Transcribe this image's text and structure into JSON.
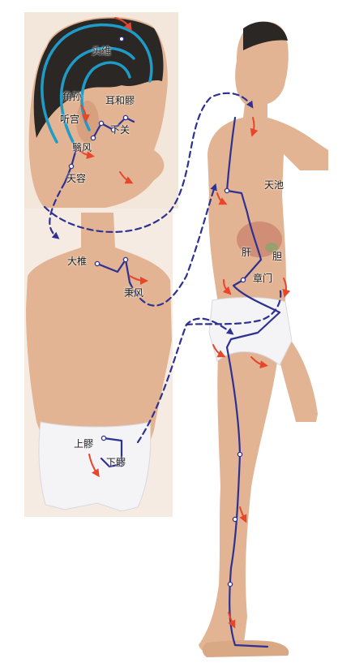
{
  "points": {
    "touwei": "头维",
    "jiaosun": "角孙",
    "erheliao": "耳和髎",
    "tinggong": "听宫",
    "xiaguan": "下关",
    "yifeng": "翳风",
    "tianrong": "天容",
    "dazhui": "大椎",
    "bingfeng": "秉风",
    "tianchi": "天池",
    "gan": "肝",
    "dan": "胆",
    "zhangmen": "章门",
    "shangliao": "上髎",
    "xialiao": "下髎"
  },
  "colors": {
    "meridian": "#2e3192",
    "head_meridian": "#1f9bc8",
    "direction_arrow": "#e8452b",
    "liver_organ": "#c9826c",
    "skin": "#e2b493",
    "briefs": "#f4f4f6",
    "hair": "#2b2724"
  }
}
